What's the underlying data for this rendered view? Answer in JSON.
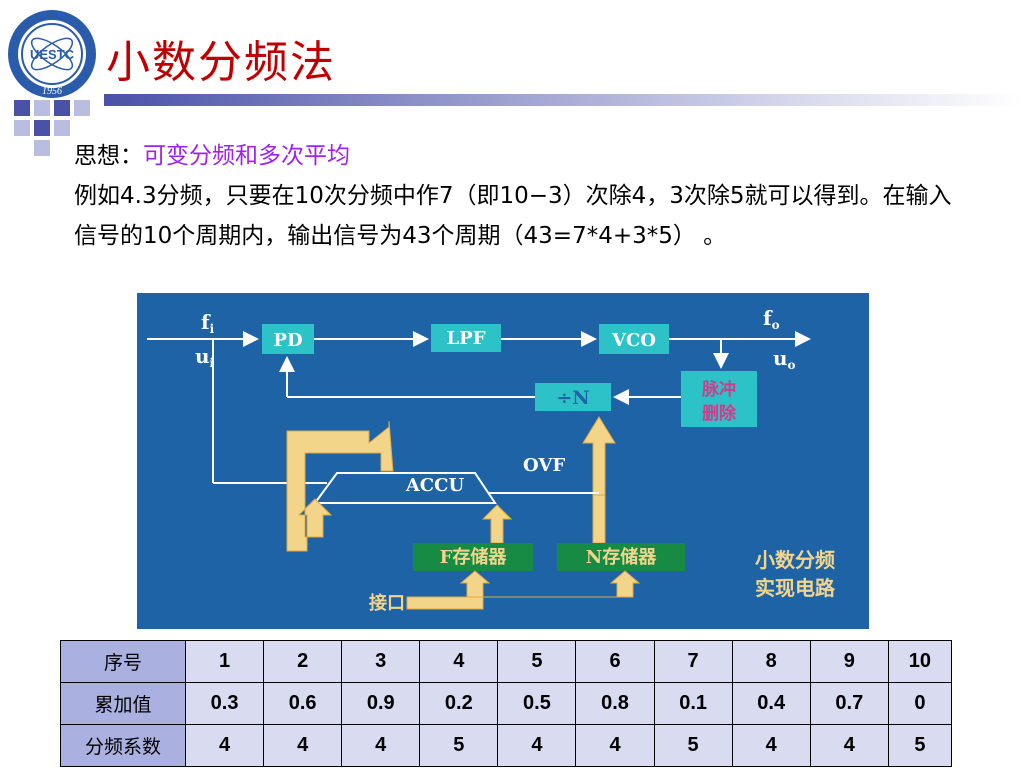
{
  "title": "小数分频法",
  "logo": {
    "text": "UESTC",
    "year": "1956"
  },
  "intro": {
    "label": "思想：",
    "highlight": "可变分频和多次平均",
    "paragraph": "例如4.3分频，只要在10次分频中作7（即10−3）次除4，3次除5就可以得到。在输入信号的10个周期内，输出信号为43个周期（43=7*4+3*5） 。"
  },
  "diagram": {
    "input_freq": "f",
    "input_freq_sub": "i",
    "input_volt": "u",
    "input_volt_sub": "i",
    "output_freq": "f",
    "output_freq_sub": "o",
    "output_volt": "u",
    "output_volt_sub": "o",
    "pd": "PD",
    "lpf": "LPF",
    "vco": "VCO",
    "divn": "÷N",
    "pulse_line1": "脉冲",
    "pulse_line2": "删除",
    "ovf": "OVF",
    "accu": "ACCU",
    "f_store": "F存储器",
    "n_store": "N存储器",
    "interface": "接口",
    "caption_line1": "小数分频",
    "caption_line2": "实现电路"
  },
  "table": {
    "rows": [
      {
        "header": "序号",
        "cells": [
          "1",
          "2",
          "3",
          "4",
          "5",
          "6",
          "7",
          "8",
          "9",
          "10"
        ]
      },
      {
        "header": "累加值",
        "cells": [
          "0.3",
          "0.6",
          "0.9",
          "0.2",
          "0.5",
          "0.8",
          "0.1",
          "0.4",
          "0.7",
          "0"
        ]
      },
      {
        "header": "分频系数",
        "cells": [
          "4",
          "4",
          "4",
          "5",
          "4",
          "4",
          "5",
          "4",
          "4",
          "5"
        ]
      }
    ]
  },
  "colors": {
    "title": "#c00000",
    "highlight": "#a020f0",
    "diagram_bg": "#1e63a6",
    "block": "#2dc2c8",
    "store": "#178a44",
    "arrow_fill": "#f3d58a"
  }
}
